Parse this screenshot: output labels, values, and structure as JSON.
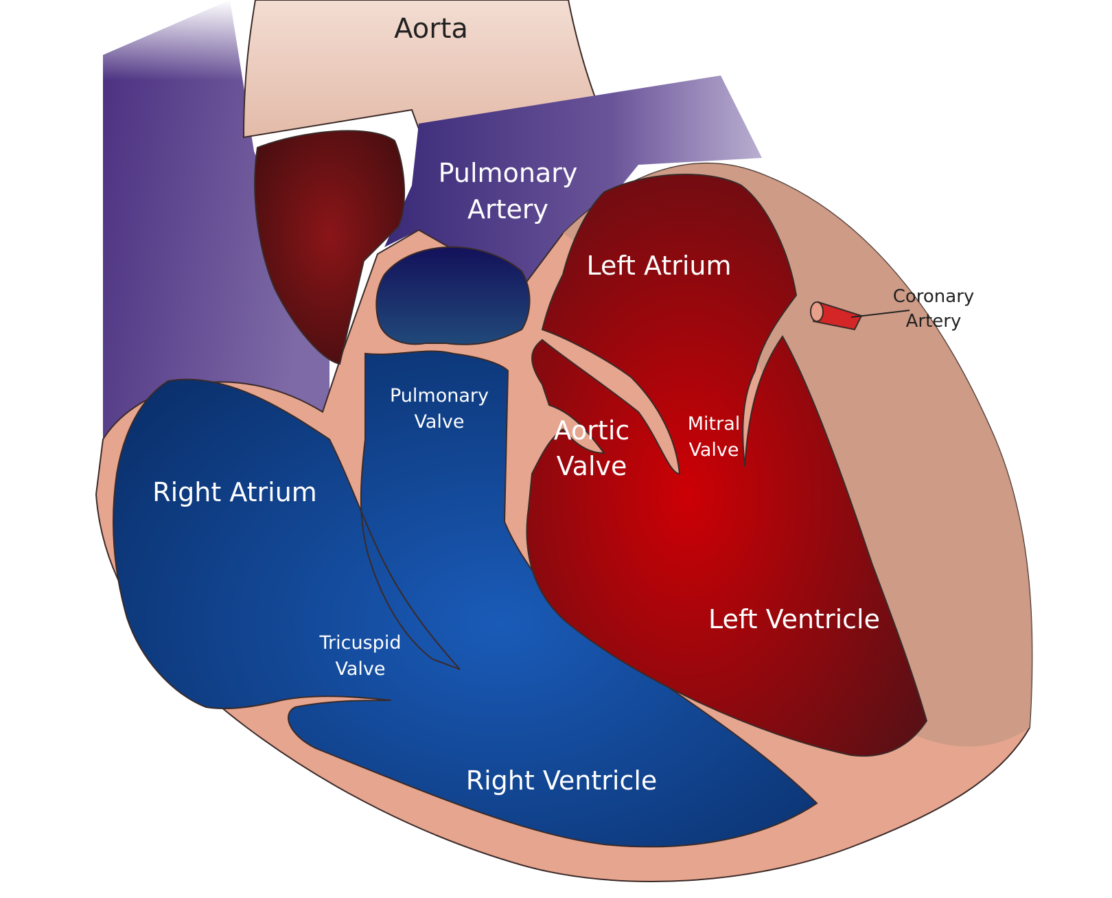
{
  "labels": {
    "aorta": "Aorta",
    "pulmonary_artery_1": "Pulmonary",
    "pulmonary_artery_2": "Artery",
    "left_atrium": "Left Atrium",
    "coronary_artery_1": "Coronary",
    "coronary_artery_2": "Artery",
    "pulmonary_valve_1": "Pulmonary",
    "pulmonary_valve_2": "Valve",
    "aortic_valve_1": "Aortic",
    "aortic_valve_2": "Valve",
    "mitral_valve_1": "Mitral",
    "mitral_valve_2": "Valve",
    "right_atrium": "Right Atrium",
    "left_ventricle": "Left Ventricle",
    "tricuspid_valve_1": "Tricuspid",
    "tricuspid_valve_2": "Valve",
    "right_ventricle": "Right Ventricle"
  },
  "colors": {
    "deoxygenated": "#0d3c86",
    "oxygenated": "#b3000a",
    "vein_purple": "#5b3f8f",
    "muscle": "#e6a58f",
    "muscle_dark": "#c99a85",
    "aorta_tissue": "#e8c3b4",
    "outline": "#3a2a28",
    "label_white": "#ffffff",
    "label_dark": "#222222"
  }
}
